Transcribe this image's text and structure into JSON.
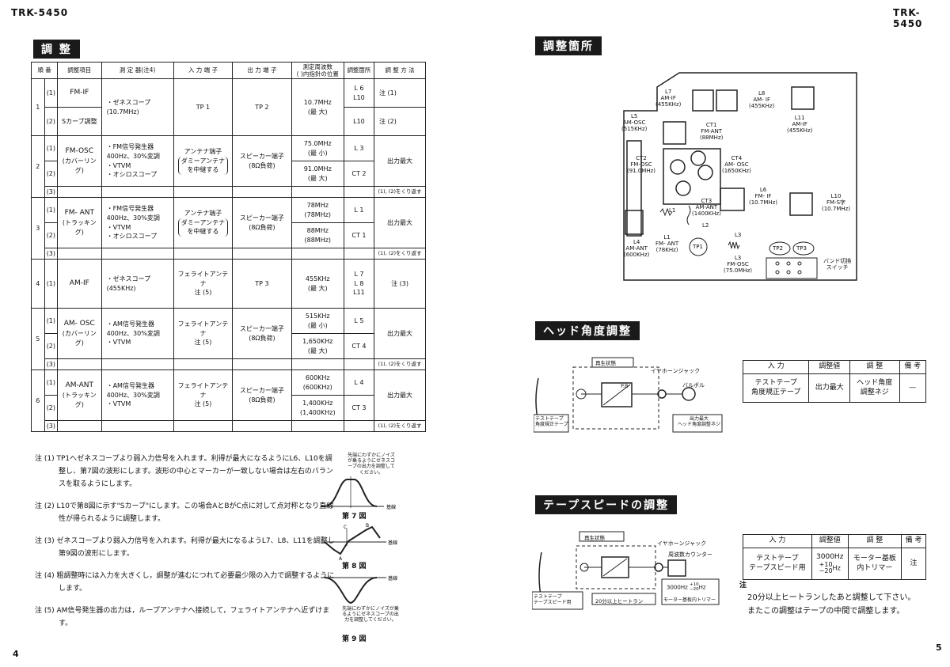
{
  "page_left": {
    "model": "TRK-5450",
    "page_number": "4"
  },
  "page_right": {
    "model": "TRK-5450",
    "page_number": "5"
  },
  "adjust": {
    "heading": "調  整",
    "headers": [
      "順 番",
      "調整項目",
      "測 定 器(注4)",
      "入 力 端 子",
      "出 力 端 子",
      "測定周波数\n( )内指針の位置",
      "調整箇所",
      "調 整 方 法"
    ],
    "rows": [
      {
        "no": "1",
        "s1": "(1)",
        "s2": "(2)",
        "item1": "FM-IF",
        "item2": "Sカーブ調整",
        "instr": "・ゼネスコープ\n(10.7MHz)",
        "input": "TP 1",
        "output": "TP 2",
        "freq": "10.7MHz\n(最 大)",
        "loc1": "L 6\nL10",
        "loc2": "L10",
        "meth1": "注 (1)",
        "meth2": "注 (2)"
      },
      {
        "no": "2",
        "s1": "(1)",
        "s2": "(2)",
        "s3": "(3)",
        "item": "FM-OSC",
        "item_sub": "(カバーリング)",
        "instr": "・FM信号発生器\n400Hz、30%変調\n・VTVM\n・オシロスコープ",
        "input": "アンテナ端子",
        "input_sub": "ダミーアンテナ\nを中継する",
        "output": "スピーカー端子",
        "output_sub": "(8Ω負荷)",
        "freq1": "75.0MHz\n(最 小)",
        "freq2": "91.0MHz\n(最 大)",
        "loc1": "L 3",
        "loc2": "CT 2",
        "meth": "出力最大",
        "meth3": "(1), (2)をくり返す"
      },
      {
        "no": "3",
        "s1": "(1)",
        "s2": "(2)",
        "s3": "(3)",
        "item": "FM- ANT",
        "item_sub": "(トラッキング)",
        "instr": "・FM信号発生器\n400Hz、30%変調\n・VTVM\n・オシロスコープ",
        "input": "アンテナ端子",
        "input_sub": "ダミーアンテナ\nを中継する",
        "output": "スピーカー端子",
        "output_sub": "(8Ω負荷)",
        "freq1": "78MHz\n(78MHz)",
        "freq2": "88MHz\n(88MHz)",
        "loc1": "L 1",
        "loc2": "CT 1",
        "meth": "出力最大",
        "meth3": "(1), (2)をくり返す"
      },
      {
        "no": "4",
        "s1": "(1)",
        "item": "AM-IF",
        "instr": "・ゼネスコープ\n(455KHz)",
        "input": "フェライトアンテナ",
        "input_sub": "注 (5)",
        "output": "TP 3",
        "freq": "455KHz\n(最 大)",
        "loc": "L 7\nL 8\nL11",
        "meth": "注 (3)"
      },
      {
        "no": "5",
        "s1": "(1)",
        "s2": "(2)",
        "s3": "(3)",
        "item": "AM- OSC",
        "item_sub": "(カバーリング)",
        "instr": "・AM信号発生器\n400Hz、30%変調\n・VTVM",
        "input": "フェライトアンテナ",
        "input_sub": "注 (5)",
        "output": "スピーカー端子",
        "output_sub": "(8Ω負荷)",
        "freq1": "515KHz\n(最 小)",
        "freq2": "1,650KHz\n(最 大)",
        "loc1": "L 5",
        "loc2": "CT 4",
        "meth": "出力最大",
        "meth3": "(1), (2)をくり返す"
      },
      {
        "no": "6",
        "s1": "(1)",
        "s2": "(2)",
        "s3": "(3)",
        "item": "AM-ANT",
        "item_sub": "(トラッキング)",
        "instr": "・AM信号発生器\n400Hz、30%変調\n・VTVM",
        "input": "フェライトアンテナ",
        "input_sub": "注 (5)",
        "output": "スピーカー端子",
        "output_sub": "(8Ω負荷)",
        "freq1": "600KHz\n(600KHz)",
        "freq2": "1,400KHz\n(1,400KHz)",
        "loc1": "L 4",
        "loc2": "CT 3",
        "meth": "出力最大",
        "meth3": "(1), (2)をくり返す"
      }
    ]
  },
  "notes": [
    "注 (1) TP1へゼネスコープより弱入力信号を入れます。利得が最大になるようにL6、L10を調整し、第7図の波形にします。波形の中心とマーカーが一致しない場合は左右のバランスを取るようにします。",
    "注 (2) L10で第8図に示す\"Sカーブ\"にします。この場合AとBがC点に対して点対称となり直線性が得られるように調整します。",
    "注 (3) ゼネスコープより弱入力信号を入れます。利得が最大になるようL7、L8、L11を調整し第9図の波形にします。",
    "注 (4) 粗調整時には入力を大きくし，調整が進むにつれて必要最少限の入力で調整するようにします。",
    "注 (5) AM信号発生器の出力は，ループアンテナへ接続して，フェライトアンテナへ近ずけます。"
  ],
  "figures": {
    "fig7": {
      "caption": "第 7 図",
      "note": "先端にわずかにノイズが乗るようにゼネスコープの出力を調整してください。",
      "baseline": "基線"
    },
    "fig8": {
      "caption": "第 8 図",
      "a": "A",
      "b": "B",
      "c": "C",
      "baseline": "基線"
    },
    "fig9": {
      "caption": "第 9 図",
      "note": "先端にわずかにノイズが乗るようにゼネスコープの出力を調整してください。",
      "baseline": "基線"
    }
  },
  "locations": {
    "heading": "調整箇所",
    "labels": {
      "l7": "L7\nAM-IF\n(455KHz)",
      "l8": "L8\nAM- IF\n(455KHz)",
      "l11": "L11\nAM-IF\n(455KHz)",
      "l5": "L5\nAM-OSC\n(515KHz)",
      "ct1": "CT1\nFM-ANT\n(88MHz)",
      "ct4": "CT4\nAM- OSC\n(1650KHz)",
      "ct2": "CT2\nFM-OSC\n(91.0MHz)",
      "l6": "L6\nFM- IF\n(10.7MHz)",
      "l10": "L10\nFM-S字\n(10.7MHz)",
      "ct3": "CT3\nAM-ANT\n(1400KHz)",
      "l1": "L1",
      "l1b": "L1\nFM- ANT\n(78KHz)",
      "l2": "L2",
      "l3": "L3",
      "l3b": "L3\nFM-OSC\n(75.0MHz)",
      "l4": "L4\nAM-ANT\n(600KHz)",
      "tp1": "TP1",
      "tp2": "TP2",
      "tp3": "TP3",
      "band": "バンド切換\nスイッチ"
    }
  },
  "head_angle": {
    "heading": "ヘッド角度調整",
    "diagram": {
      "playback": "再生状態",
      "pb": "P.B",
      "jack": "イヤホーンジャック",
      "voltmeter": "バルボル",
      "tape": "テストテープ\n角度規正テープ",
      "output": "出力最大\nヘッド角度調整ネジ"
    },
    "table": {
      "headers": [
        "入 力",
        "調整値",
        "調 整",
        "備 考"
      ],
      "row": [
        "テストテープ\n角度規正テープ",
        "出力最大",
        "ヘッド角度\n調整ネジ",
        "—"
      ]
    }
  },
  "tape_speed": {
    "heading": "テープスピードの調整",
    "diagram": {
      "playback": "再生状態",
      "jack": "イヤホーンジャック",
      "counter": "周波数カウンター",
      "tape": "テストテープ\nテープスピード用",
      "heatrun": "20分以上ヒートラン",
      "freq": "3000Hz",
      "tol_plus": "+10",
      "tol_minus": "−20",
      "hz": "Hz",
      "trimmer": "モーター基板内トリマー"
    },
    "table": {
      "headers": [
        "入 力",
        "調整値",
        "調 整",
        "備 考"
      ],
      "row": [
        "テストテープ\nテープスピード用",
        "3000Hz",
        "モーター基板\n内トリマー",
        "注"
      ],
      "tol_plus": "+10",
      "tol_minus": "−20",
      "hz": "Hz"
    },
    "note_head": "注",
    "note_lines": [
      "20分以上ヒートランしたあと調整して下さい。",
      "またこの調整はテープの中間で調整します。"
    ]
  }
}
